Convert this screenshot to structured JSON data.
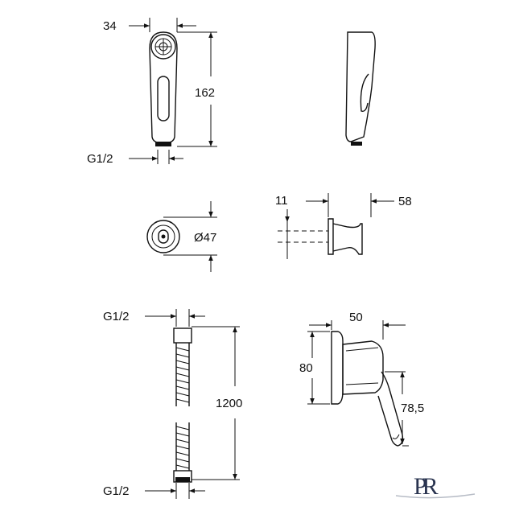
{
  "dimensions": {
    "spray_width": "34",
    "spray_height": "162",
    "spray_thread": "G1/2",
    "holder_diameter": "Ø47",
    "holder_depth": "11",
    "holder_length": "58",
    "hose_thread_top": "G1/2",
    "hose_length": "1200",
    "hose_thread_bottom": "G1/2",
    "valve_width": "50",
    "valve_height": "80",
    "valve_handle": "78,5"
  },
  "logo": {
    "text": "PR"
  }
}
